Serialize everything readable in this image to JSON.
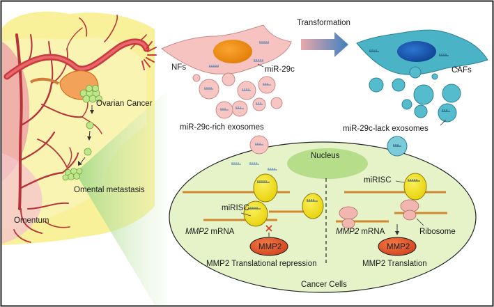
{
  "labels": {
    "transformation": "Transformation",
    "nfs": "NFs",
    "mir29c": "miR-29c",
    "cafs": "CAFs",
    "ovarian_cancer": "Ovarian Cancer",
    "rich_exosomes": "miR-29c-rich exosomes",
    "lack_exosomes": "miR-29c-lack exosomes",
    "nucleus": "Nucleus",
    "omental_metastasis": "Omental metastasis",
    "omentum": "Omentum",
    "mirisc_left": "miRISC",
    "mirisc_right": "miRISC",
    "mmp2_gene_left": "MMP2",
    "mrna_left": " mRNA",
    "mmp2_gene_right": "MMP2",
    "mrna_right": " mRNA",
    "ribosome": "Ribosome",
    "mmp2_protein_left": "MMP2",
    "mmp2_protein_right": "MMP2",
    "repression": "MMP2 Translational repression",
    "translation": "MMP2 Translation",
    "cancer_cells": "Cancer Cells"
  },
  "colors": {
    "omentum_fill": "#f8f19a",
    "vessel": "#b8323a",
    "nf_cell": "#f6c3c0",
    "nf_nucleus": "#f08a12",
    "caf_cell": "#4ab3c6",
    "caf_nucleus": "#1550a8",
    "rich_exosome": "#f7c5c2",
    "lack_exosome": "#54bccd",
    "cancer_cell": "#e6f3c9",
    "nucleus": "#b6dd8a",
    "mirisc": "#f2e10e",
    "mrna": "#cf8730",
    "mmp2": "#e2542a",
    "ribosome": "#f1b6b0",
    "arrow": "#4a7fb6"
  }
}
